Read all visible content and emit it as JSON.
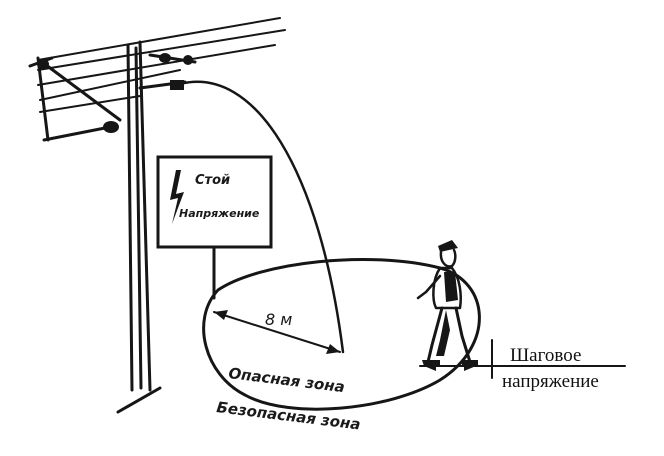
{
  "sign": {
    "line1": "Стой",
    "line2": "Напряжение"
  },
  "radius_label": "8 м",
  "zones": {
    "danger": "Опасная зона",
    "safe": "Безопасная зона"
  },
  "step_voltage": {
    "line1": "Шаговое",
    "line2": "напряжение"
  },
  "colors": {
    "ink": "#161616",
    "background": "#ffffff"
  },
  "icons": [
    "lightning-bolt-icon"
  ]
}
